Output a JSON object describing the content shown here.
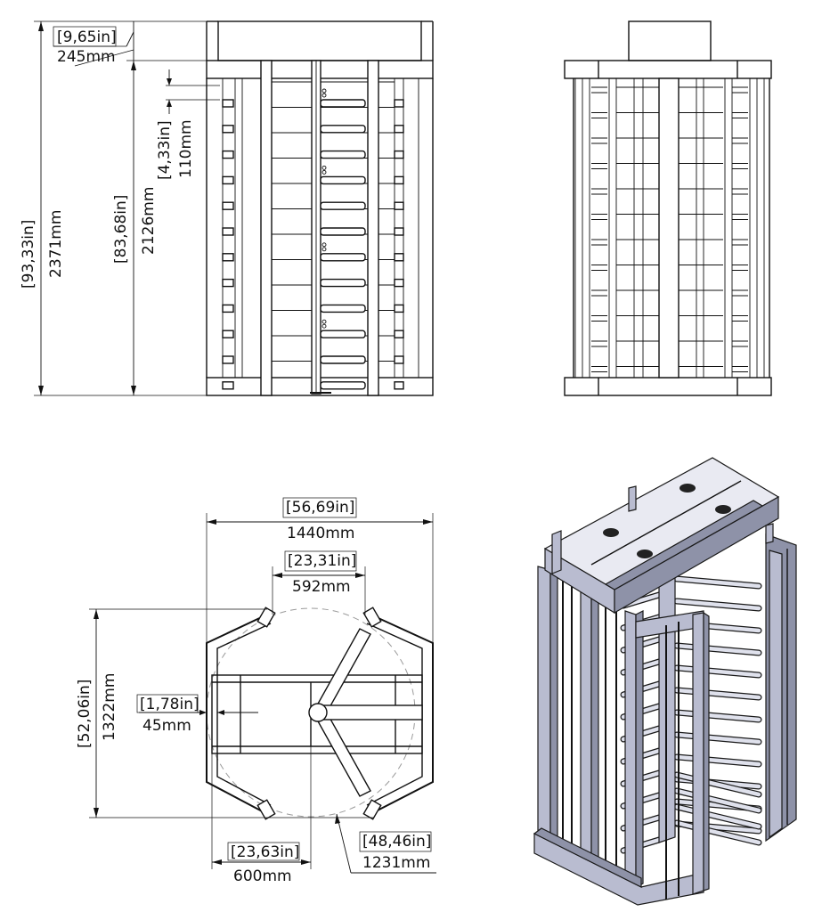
{
  "front_view": {
    "dim_total_height_in": "[93,33in]",
    "dim_total_height_mm": "2371mm",
    "dim_frame_height_in": "[83,68in]",
    "dim_frame_height_mm": "2126mm",
    "dim_top_box_in": "[9,65in]",
    "dim_top_box_mm": "245mm",
    "dim_arm_spacing_in": "[4,33in]",
    "dim_arm_spacing_mm": "110mm"
  },
  "top_view": {
    "dim_overall_width_in": "[56,69in]",
    "dim_overall_width_mm": "1440mm",
    "dim_passage_width_in": "[23,31in]",
    "dim_passage_width_mm": "592mm",
    "dim_depth_in": "[52,06in]",
    "dim_depth_mm": "1322mm",
    "dim_offset_in": "[1,78in]",
    "dim_offset_mm": "45mm",
    "dim_half_width_in": "[23,63in]",
    "dim_half_width_mm": "600mm",
    "dim_rotor_diameter_in": "[48,46in]",
    "dim_rotor_diameter_mm": "1231mm"
  },
  "colors": {
    "metal": "#b9bcd0",
    "metal_dark": "#8e92a8",
    "line": "#111111"
  }
}
